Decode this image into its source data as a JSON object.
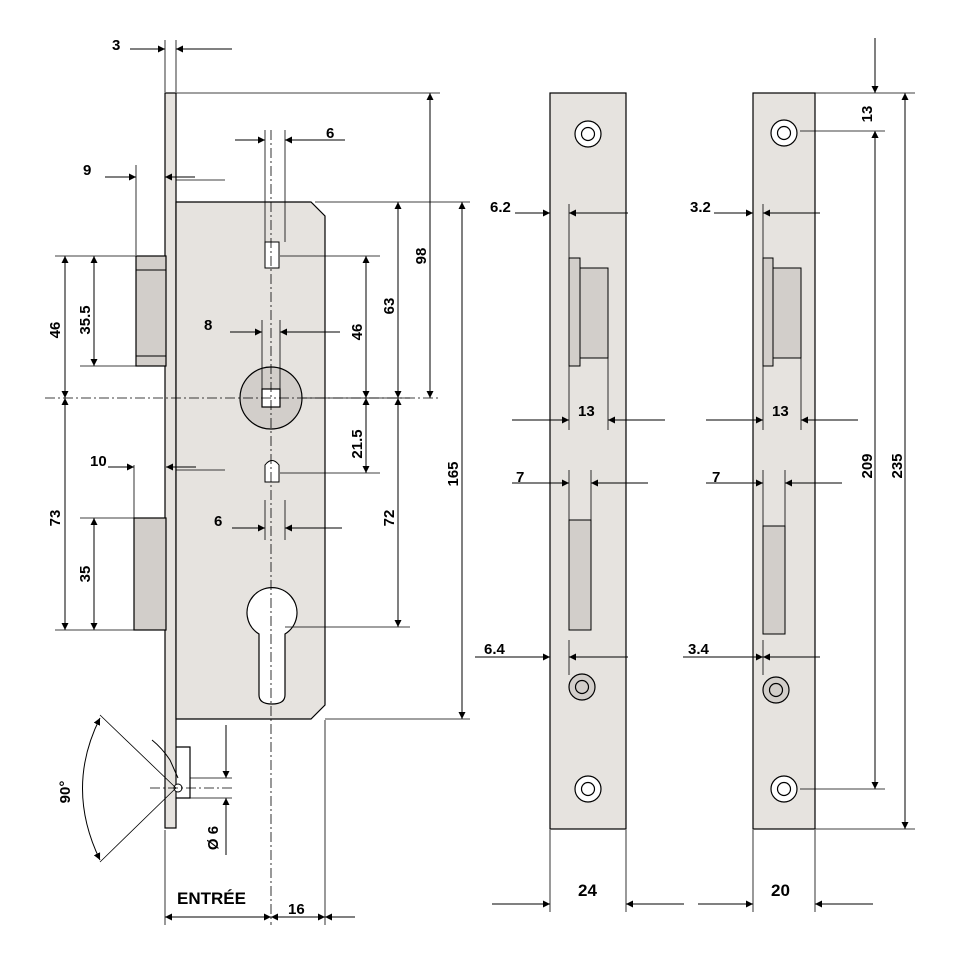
{
  "colors": {
    "plate": "#e6e3df",
    "bolt": "#d2ceca",
    "line": "#000000",
    "background": "#ffffff"
  },
  "labels": {
    "backset": "ENTRÉE",
    "d3": "3",
    "d9": "9",
    "d46a": "46",
    "d35_5": "35.5",
    "d10": "10",
    "d73": "73",
    "d35": "35",
    "d90deg": "90°",
    "d6dia": "Ø 6",
    "d16": "16",
    "d6top": "6",
    "d8": "8",
    "d46b": "46",
    "d21_5": "21.5",
    "d6mid": "6",
    "d98": "98",
    "d63": "63",
    "d72": "72",
    "d165": "165",
    "d6_2": "6.2",
    "d13a": "13",
    "d7a": "7",
    "d6_4": "6.4",
    "d24": "24",
    "d3_2": "3.2",
    "d13b": "13",
    "d7b": "7",
    "d3_4": "3.4",
    "d20": "20",
    "d13top": "13",
    "d209": "209",
    "d235": "235"
  }
}
